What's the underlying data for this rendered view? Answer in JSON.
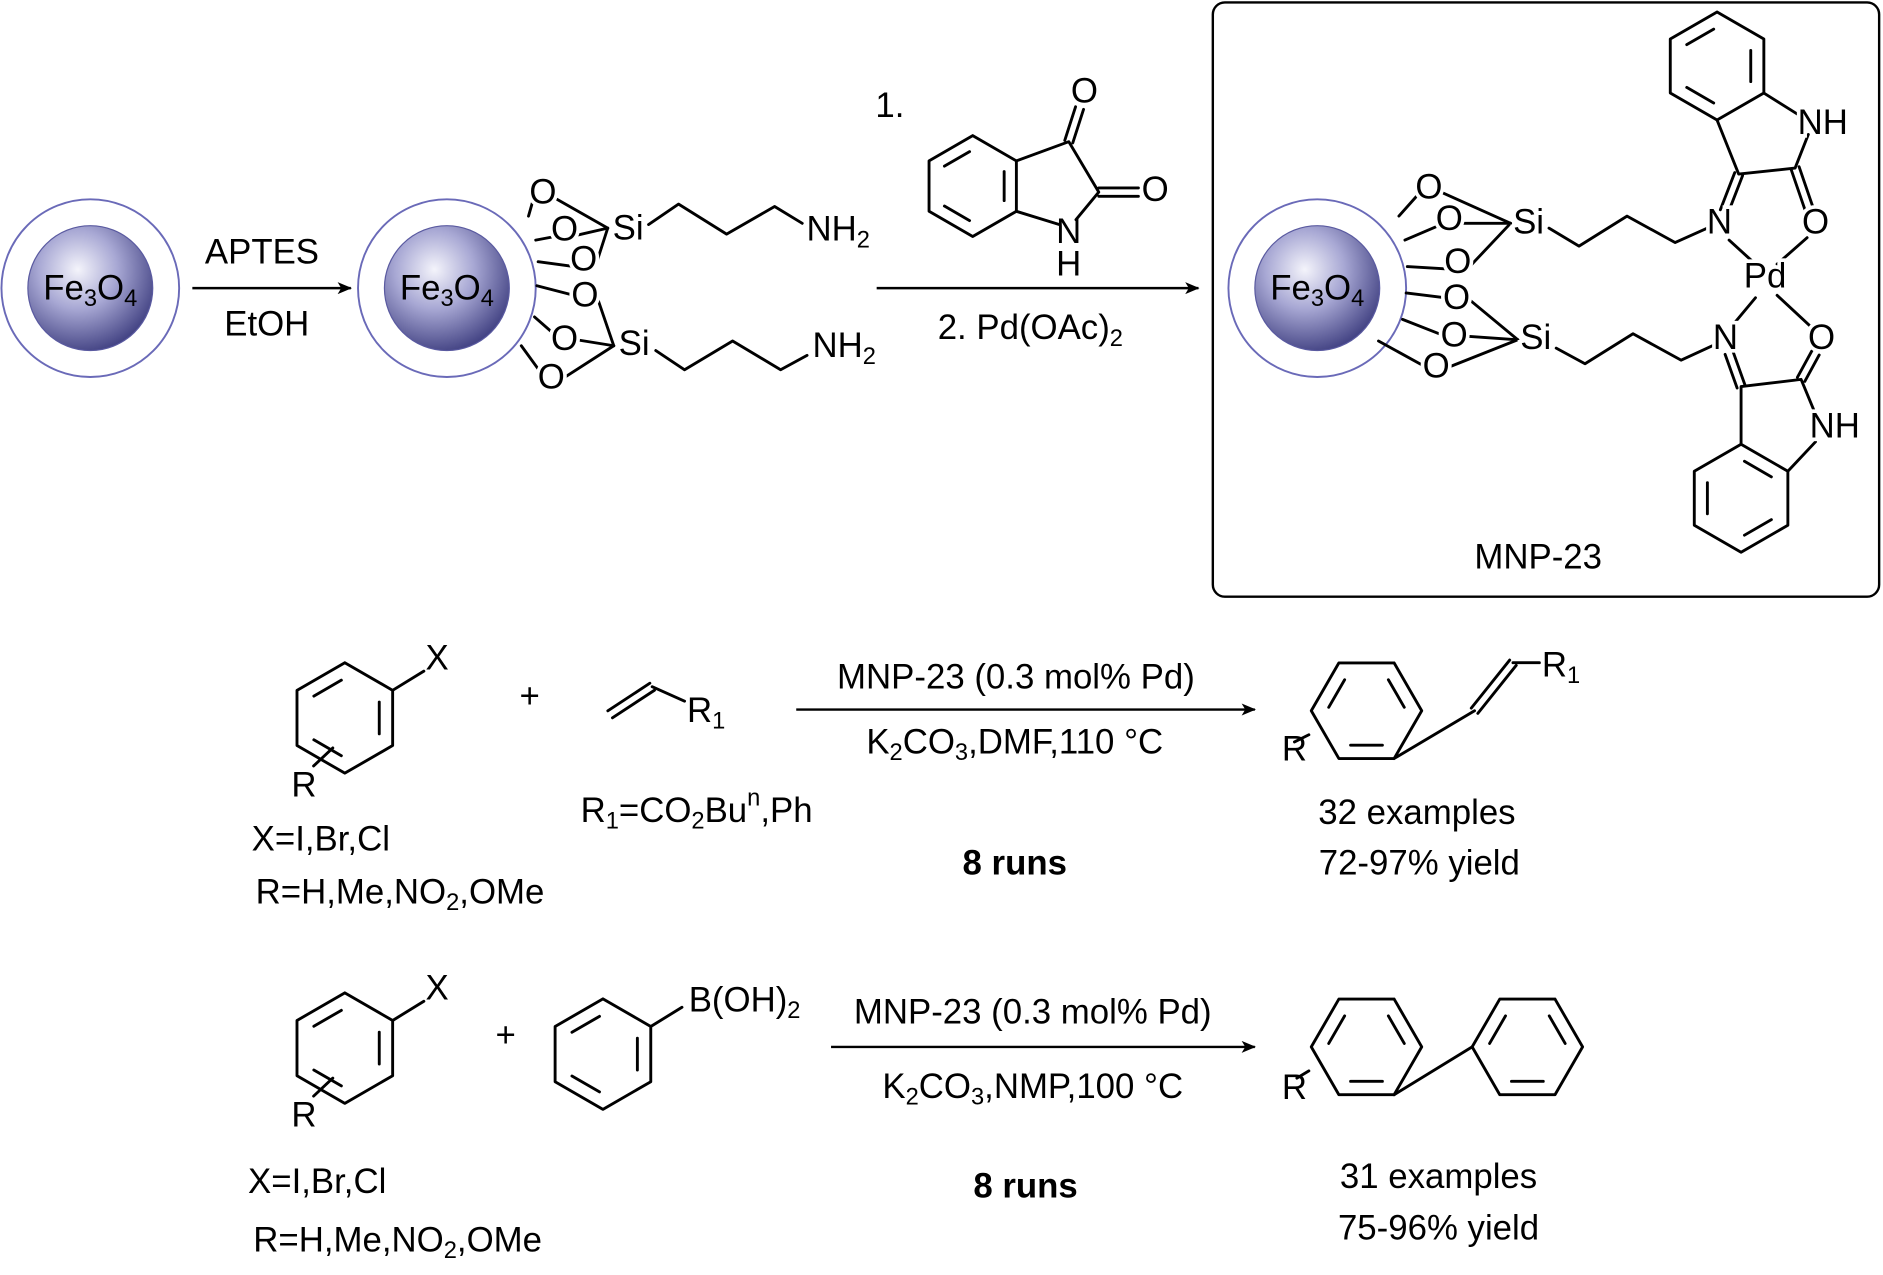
{
  "colors": {
    "aryl_halide": "#e8141c",
    "alkene": "#8a8ad0",
    "boronic_acid": "#2a3fb0",
    "particle_ring": "#6a6ab8"
  },
  "step1": {
    "particle": [
      "Fe",
      [
        "3",
        "sub"
      ],
      "O",
      [
        "4",
        "sub"
      ]
    ],
    "reagent": [
      "APTES"
    ],
    "solvent": [
      "EtOH"
    ]
  },
  "step2": {
    "particle": [
      "Fe",
      [
        "3",
        "sub"
      ],
      "O",
      [
        "4",
        "sub"
      ]
    ],
    "si": [
      "Si"
    ],
    "o": [
      "O"
    ],
    "amine": [
      "NH",
      [
        "2",
        "sub"
      ]
    ],
    "step_1_label": [
      "1."
    ],
    "isatin_nh": [
      "N"
    ],
    "isatin_h": [
      "H"
    ],
    "step_2_label": [
      "2. Pd(OAc)",
      [
        "2",
        "sub"
      ]
    ]
  },
  "catalyst": {
    "particle": [
      "Fe",
      [
        "3",
        "sub"
      ],
      "O",
      [
        "4",
        "sub"
      ]
    ],
    "n": [
      "N"
    ],
    "pd": [
      "Pd"
    ],
    "nh": [
      "NH"
    ],
    "name": [
      "MNP-23"
    ]
  },
  "heck": {
    "x": [
      "X"
    ],
    "r": [
      "R"
    ],
    "plus": [
      "+"
    ],
    "r1": [
      "R",
      [
        "1",
        "sub"
      ]
    ],
    "r1_def": [
      "R",
      [
        "1",
        "sub"
      ],
      "=CO",
      [
        "2",
        "sub"
      ],
      "Bu",
      [
        "n",
        "sup"
      ],
      ",Ph"
    ],
    "x_def": [
      "X=I,Br,Cl"
    ],
    "r_def": [
      "R=H,Me,NO",
      [
        "2",
        "sub"
      ],
      ",OMe"
    ],
    "conditions_top": [
      "MNP-23 (0.3 mol% Pd)"
    ],
    "conditions_bottom": [
      "K",
      [
        "2",
        "sub"
      ],
      "CO",
      [
        "3",
        "sub"
      ],
      ",DMF,110 °C"
    ],
    "runs": [
      "8  runs"
    ],
    "examples": [
      "32 examples"
    ],
    "yield": [
      "72-97%  yield"
    ]
  },
  "suzuki": {
    "x": [
      "X"
    ],
    "r": [
      "R"
    ],
    "plus": [
      "+"
    ],
    "boronic": [
      "B(OH)",
      [
        "2",
        "sub"
      ]
    ],
    "x_def": [
      "X=I,Br,Cl"
    ],
    "r_def": [
      "R=H,Me,NO",
      [
        "2",
        "sub"
      ],
      ",OMe"
    ],
    "conditions_top": [
      "MNP-23 (0.3 mol% Pd)"
    ],
    "conditions_bottom": [
      "K",
      [
        "2",
        "sub"
      ],
      "CO",
      [
        "3",
        "sub"
      ],
      ",NMP,100 °C"
    ],
    "runs": [
      "8  runs"
    ],
    "examples": [
      "31 examples"
    ],
    "yield": [
      "75-96% yield"
    ]
  }
}
